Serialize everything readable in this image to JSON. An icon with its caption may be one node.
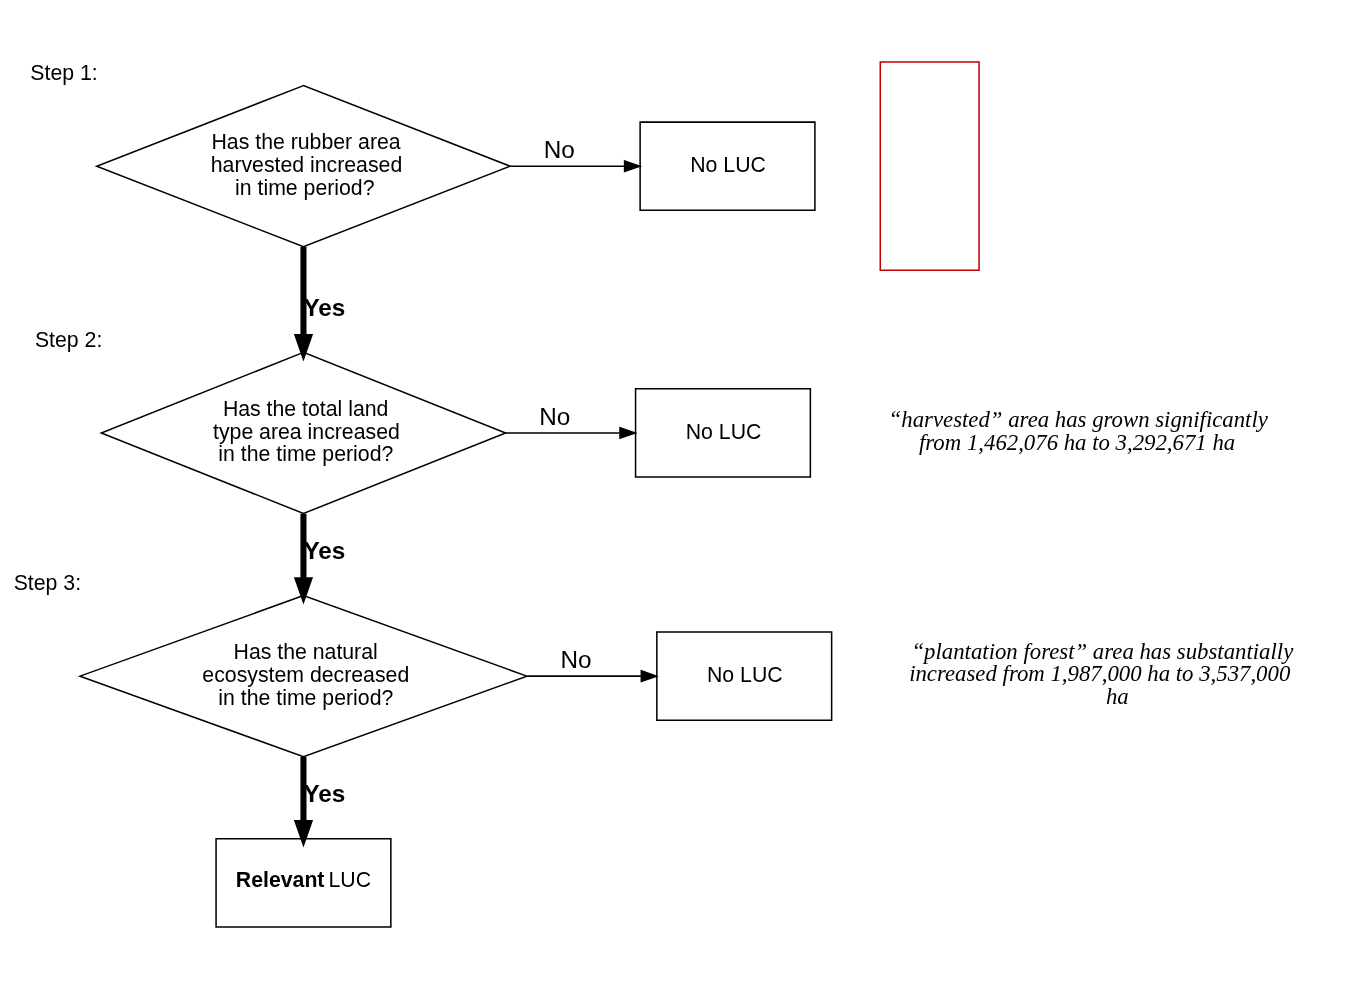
{
  "diagram": {
    "nodes": [
      {
        "text": [
          "Has the rubber area harvested increased in time period?"
        ],
        "beside": [
          "Step 1:"
        ]
      },
      {
        "text": [
          "No LUC"
        ]
      },
      {
        "text": [
          "Has the total land type area increased in the time period?"
        ],
        "beside": [
          "Step 2:"
        ]
      },
      {
        "text": [
          "No LUC"
        ]
      },
      {
        "text": [
          "Has the natural ecosystem decreased in the time period?"
        ],
        "beside": [
          "Step 3:"
        ]
      },
      {
        "text": [
          "No LUC"
        ]
      },
      {
        "text": [
          "**Relevant** LUC"
        ]
      },
      {
        "text": [],
        "shape": "box"
      }
    ],
    "edges": [
      {
        "from": 0,
        "to": 1,
        "arrow": "to",
        "label": "No"
      },
      {
        "from": 0,
        "to": 2,
        "arrow": "to",
        "label": "Yes",
        "style": "thick"
      },
      {
        "from": 2,
        "to": 3,
        "arrow": "to",
        "label": "No"
      },
      {
        "from": 2,
        "to": 4,
        "arrow": "to",
        "label": "Yes",
        "style": "thick"
      },
      {
        "from": 4,
        "to": 5,
        "arrow": "to",
        "label": "No"
      },
      {
        "from": 4,
        "to": 6,
        "arrow": "to",
        "label": "Yes",
        "style": "thick"
      }
    ],
    "labels": [
      "“harvested” area has grown significantly from 1,462,076 ha to 3,292,671 ha",
      "“plantation forest” area has substantially increased from 1,987,000 ha to 3,537,000 ha"
    ]
  }
}
